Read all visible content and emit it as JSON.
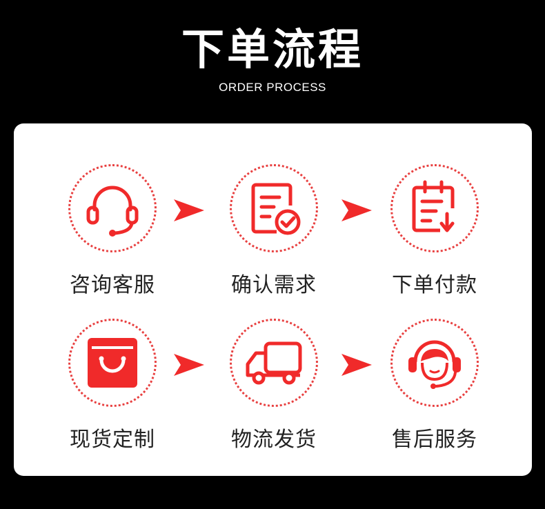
{
  "header": {
    "title": "下单流程",
    "subtitle": "ORDER PROCESS"
  },
  "accent_color": "#f02a2a",
  "steps": [
    {
      "label": "咨询客服",
      "icon": "headset-icon"
    },
    {
      "label": "确认需求",
      "icon": "document-check-icon"
    },
    {
      "label": "下单付款",
      "icon": "clipboard-download-icon"
    },
    {
      "label": "现货定制",
      "icon": "shopping-bag-icon"
    },
    {
      "label": "物流发货",
      "icon": "delivery-truck-icon"
    },
    {
      "label": "售后服务",
      "icon": "customer-service-agent-icon"
    }
  ]
}
